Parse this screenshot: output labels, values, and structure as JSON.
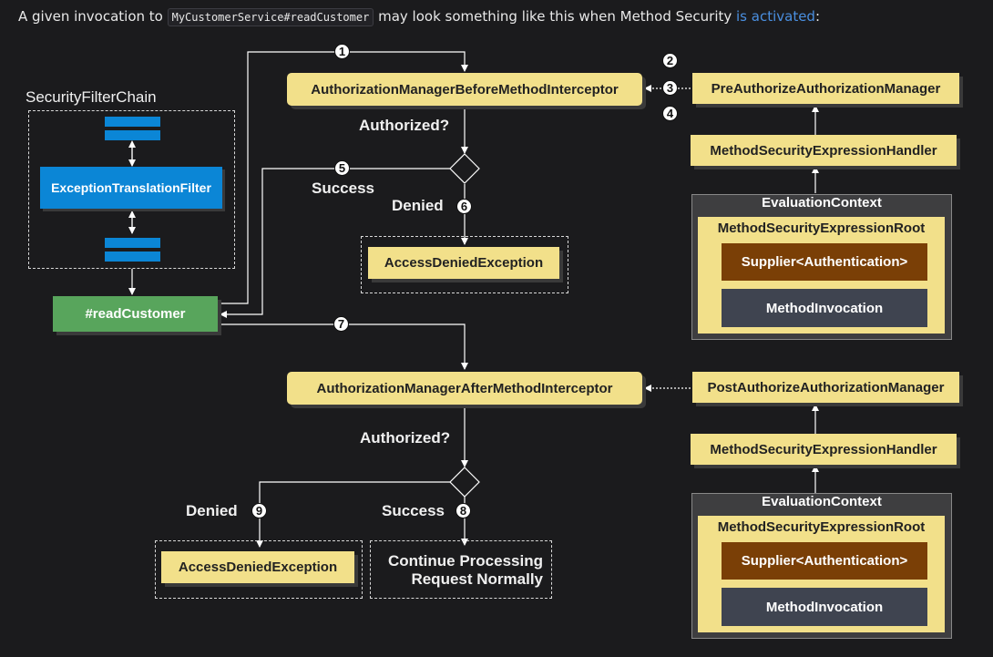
{
  "intro": {
    "before": "A given invocation to ",
    "code": "MyCustomerService#readCustomer",
    "middle": " may look something like this when Method Security ",
    "link": "is activated",
    "after": ":"
  },
  "filter_chain": {
    "title": "SecurityFilterChain",
    "filter": "ExceptionTranslationFilter"
  },
  "method": "#readCustomer",
  "before_flow": {
    "interceptor": "AuthorizationManagerBeforeMethodInterceptor",
    "authorized": "Authorized?",
    "success": "Success",
    "denied": "Denied",
    "exception": "AccessDeniedException",
    "manager": "PreAuthorizeAuthorizationManager",
    "handler": "MethodSecurityExpressionHandler",
    "context": "EvaluationContext",
    "root": "MethodSecurityExpressionRoot",
    "supplier": "Supplier<Authentication>",
    "invocation": "MethodInvocation"
  },
  "after_flow": {
    "interceptor": "AuthorizationManagerAfterMethodInterceptor",
    "authorized": "Authorized?",
    "denied": "Denied",
    "success": "Success",
    "exception": "AccessDeniedException",
    "continue_line1": "Continue Processing",
    "continue_line2": "Request Normally",
    "manager": "PostAuthorizeAuthorizationManager",
    "handler": "MethodSecurityExpressionHandler",
    "context": "EvaluationContext",
    "root": "MethodSecurityExpressionRoot",
    "supplier": "Supplier<Authentication>",
    "invocation": "MethodInvocation"
  },
  "steps": [
    "1",
    "2",
    "3",
    "4",
    "5",
    "6",
    "7",
    "8",
    "9"
  ]
}
